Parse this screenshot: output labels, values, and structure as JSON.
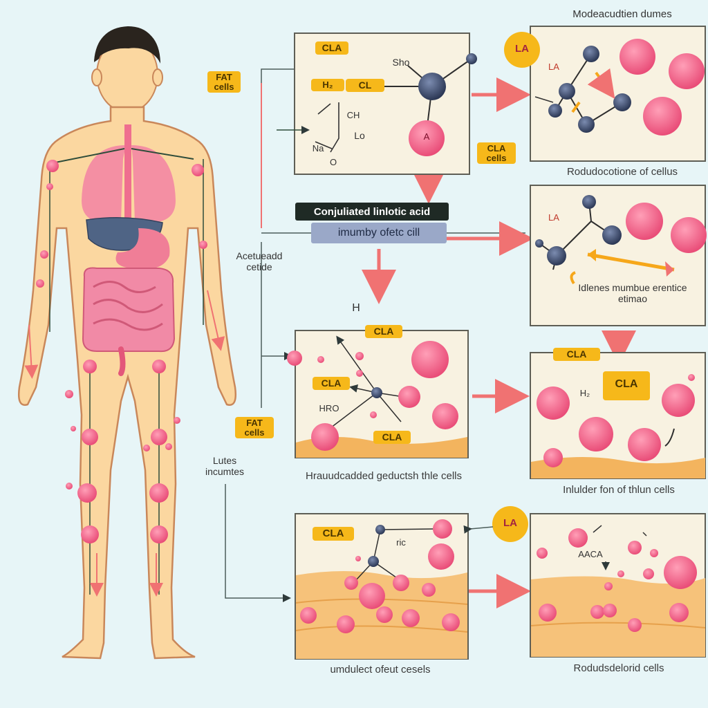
{
  "title_top": "Modeacudtien dumes",
  "banner": {
    "line1": "Conjuliated linlotic acid",
    "line2": "imumby ofetc cill"
  },
  "body_labels": {
    "fat_cells_top": "FAT cells",
    "fat_cells_lower": "FAT cells",
    "activated": "Acetueadd cetide",
    "lubes": "Lutes incumtes",
    "h": "H"
  },
  "panels": {
    "p1": {
      "cla_tag": "CLA",
      "cl_tag": "CL",
      "h_tag": "H₂",
      "sho": "Sho",
      "ch": "CH",
      "lo": "Lo",
      "na": "Na",
      "o": "O",
      "cla_cells_tag": "CLA cells",
      "marker": "A"
    },
    "p2": {
      "caption": "Rodudocotione of cellus",
      "la": "LA"
    },
    "p3": {
      "la": "LA",
      "caption": "Idlenes mumbue erentice etimao"
    },
    "p4": {
      "cla_top": "CLA",
      "cla_left": "CLA",
      "cla_bottom": "CLA",
      "hro": "HRO",
      "caption": "Hrauudcadded geductsh thle cells"
    },
    "p5": {
      "cla1": "CLA",
      "cla2": "CLA",
      "h2": "H₂",
      "caption": "Inlulder fon of thlun cells"
    },
    "p6": {
      "cla": "CLA",
      "ric": "ric",
      "caption": "umdulect ofeut cesels"
    },
    "p7": {
      "aaca": "AACA",
      "caption": "Rodudsdelorid cells"
    },
    "la_badge_top": "LA",
    "la_badge_bottom": "LA"
  },
  "colors": {
    "skin": "#fbd7a0",
    "outline": "#c9875a",
    "fat_cell": "#f0638a",
    "panel_bg": "#f8f2e1",
    "tag": "#f6b81a",
    "arrow": "#f07272",
    "molecule": "#3b4a6b"
  },
  "icons": [
    "molecule-icon",
    "fat-cell-icon",
    "arrow-icon",
    "human-figure-icon"
  ]
}
